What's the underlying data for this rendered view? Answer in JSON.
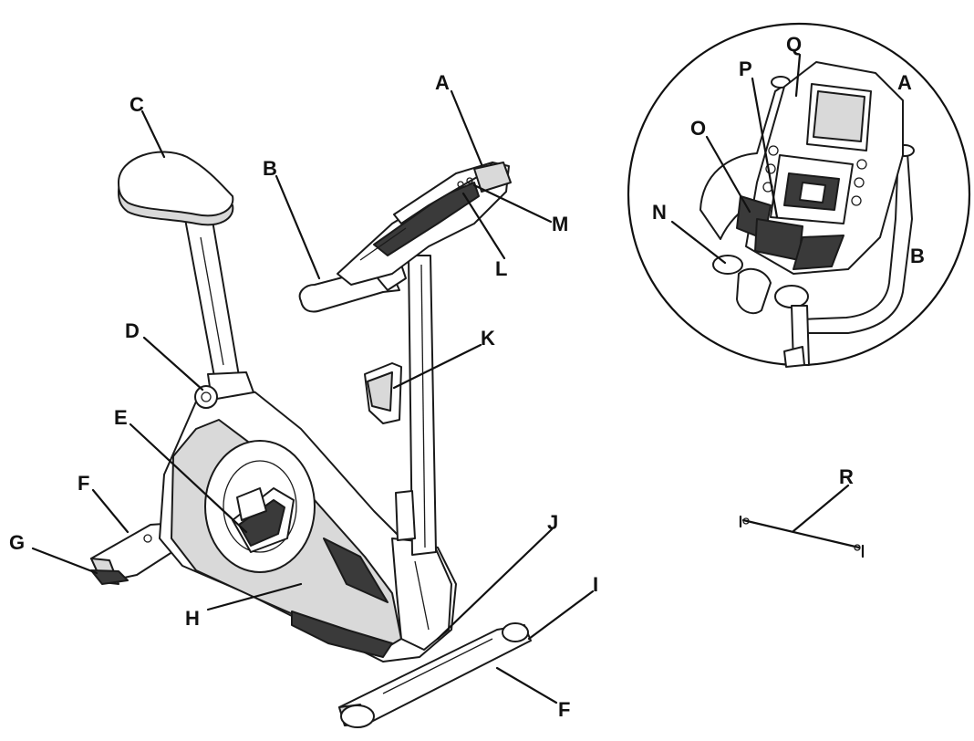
{
  "labels": {
    "A": "A",
    "B": "B",
    "C": "C",
    "D": "D",
    "E": "E",
    "F": "F",
    "G": "G",
    "H": "H",
    "I": "I",
    "J": "J",
    "K": "K",
    "L": "L",
    "M": "M",
    "N": "N",
    "O": "O",
    "P": "P",
    "Q": "Q",
    "R": "R"
  }
}
